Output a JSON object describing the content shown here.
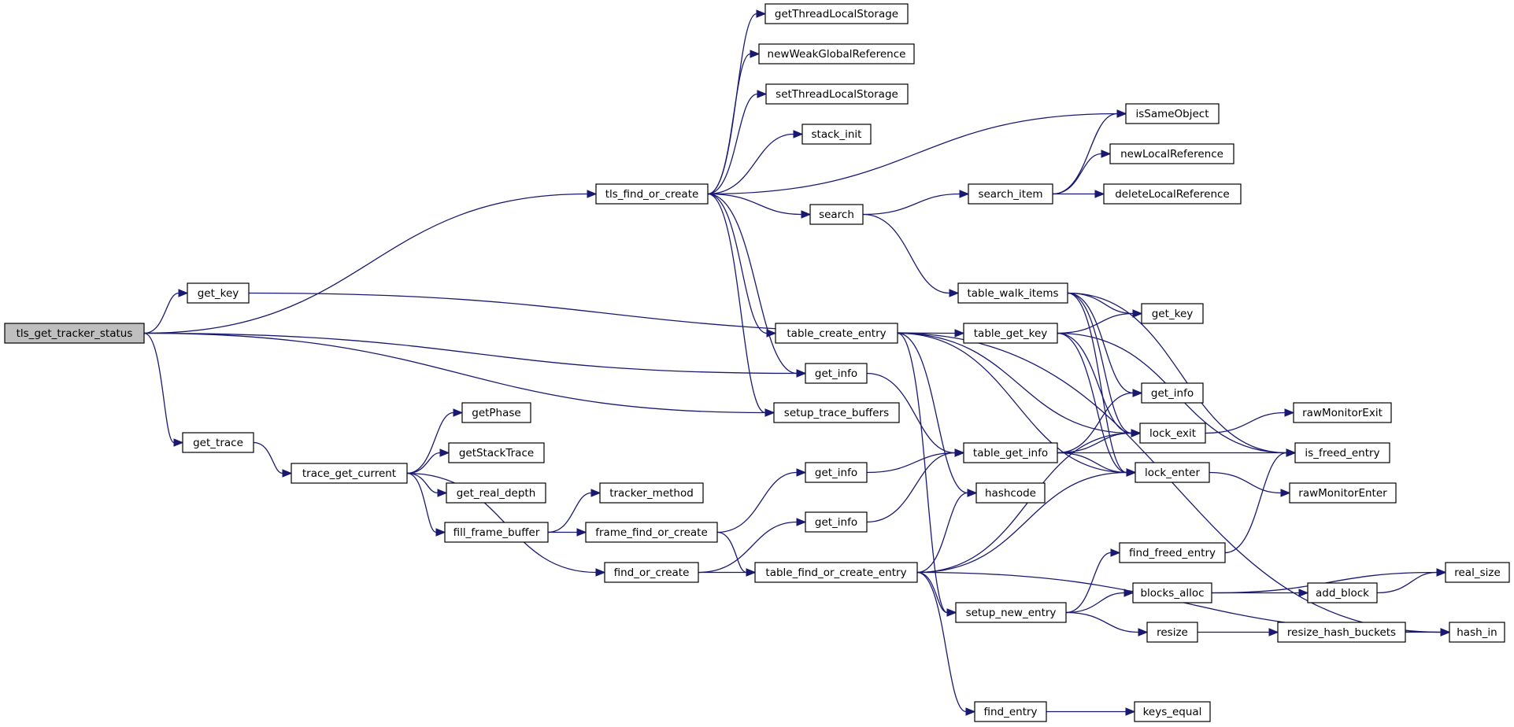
{
  "diagram": {
    "type": "call-graph",
    "root": "tls_get_tracker_status",
    "colors": {
      "edge": "#191970",
      "root_fill": "#bfbfbf",
      "node_fill": "#ffffff",
      "border": "#000000"
    },
    "nodes": [
      {
        "id": "tls_get_tracker_status",
        "label": "tls_get_tracker_status",
        "root": true
      },
      {
        "id": "get_key_1",
        "label": "get_key"
      },
      {
        "id": "get_trace",
        "label": "get_trace"
      },
      {
        "id": "tls_find_or_create",
        "label": "tls_find_or_create"
      },
      {
        "id": "getThreadLocalStorage",
        "label": "getThreadLocalStorage"
      },
      {
        "id": "newWeakGlobalReference",
        "label": "newWeakGlobalReference"
      },
      {
        "id": "setThreadLocalStorage",
        "label": "setThreadLocalStorage"
      },
      {
        "id": "stack_init",
        "label": "stack_init"
      },
      {
        "id": "search",
        "label": "search"
      },
      {
        "id": "search_item",
        "label": "search_item"
      },
      {
        "id": "isSameObject",
        "label": "isSameObject"
      },
      {
        "id": "newLocalReference",
        "label": "newLocalReference"
      },
      {
        "id": "deleteLocalReference",
        "label": "deleteLocalReference"
      },
      {
        "id": "table_walk_items",
        "label": "table_walk_items"
      },
      {
        "id": "table_create_entry",
        "label": "table_create_entry"
      },
      {
        "id": "table_get_key",
        "label": "table_get_key"
      },
      {
        "id": "get_key_2",
        "label": "get_key"
      },
      {
        "id": "get_info_1",
        "label": "get_info"
      },
      {
        "id": "setup_trace_buffers",
        "label": "setup_trace_buffers"
      },
      {
        "id": "get_info_2",
        "label": "get_info"
      },
      {
        "id": "lock_exit",
        "label": "lock_exit"
      },
      {
        "id": "rawMonitorExit",
        "label": "rawMonitorExit"
      },
      {
        "id": "table_get_info",
        "label": "table_get_info"
      },
      {
        "id": "is_freed_entry",
        "label": "is_freed_entry"
      },
      {
        "id": "lock_enter",
        "label": "lock_enter"
      },
      {
        "id": "rawMonitorEnter",
        "label": "rawMonitorEnter"
      },
      {
        "id": "hashcode",
        "label": "hashcode"
      },
      {
        "id": "trace_get_current",
        "label": "trace_get_current"
      },
      {
        "id": "getPhase",
        "label": "getPhase"
      },
      {
        "id": "getStackTrace",
        "label": "getStackTrace"
      },
      {
        "id": "get_real_depth",
        "label": "get_real_depth"
      },
      {
        "id": "fill_frame_buffer",
        "label": "fill_frame_buffer"
      },
      {
        "id": "tracker_method",
        "label": "tracker_method"
      },
      {
        "id": "frame_find_or_create",
        "label": "frame_find_or_create"
      },
      {
        "id": "get_info_3",
        "label": "get_info"
      },
      {
        "id": "get_info_4",
        "label": "get_info"
      },
      {
        "id": "find_or_create",
        "label": "find_or_create"
      },
      {
        "id": "table_find_or_create_entry",
        "label": "table_find_or_create_entry"
      },
      {
        "id": "find_freed_entry",
        "label": "find_freed_entry"
      },
      {
        "id": "blocks_alloc",
        "label": "blocks_alloc"
      },
      {
        "id": "setup_new_entry",
        "label": "setup_new_entry"
      },
      {
        "id": "resize",
        "label": "resize"
      },
      {
        "id": "find_entry",
        "label": "find_entry"
      },
      {
        "id": "keys_equal",
        "label": "keys_equal"
      },
      {
        "id": "real_size",
        "label": "real_size"
      },
      {
        "id": "add_block",
        "label": "add_block"
      },
      {
        "id": "resize_hash_buckets",
        "label": "resize_hash_buckets"
      },
      {
        "id": "hash_in",
        "label": "hash_in"
      }
    ],
    "edges": [
      [
        "tls_get_tracker_status",
        "tls_find_or_create"
      ],
      [
        "tls_get_tracker_status",
        "get_key_1"
      ],
      [
        "tls_get_tracker_status",
        "get_info_1"
      ],
      [
        "tls_get_tracker_status",
        "setup_trace_buffers"
      ],
      [
        "tls_get_tracker_status",
        "get_trace"
      ],
      [
        "get_key_1",
        "table_get_key"
      ],
      [
        "tls_find_or_create",
        "getThreadLocalStorage"
      ],
      [
        "tls_find_or_create",
        "newWeakGlobalReference"
      ],
      [
        "tls_find_or_create",
        "setThreadLocalStorage"
      ],
      [
        "tls_find_or_create",
        "stack_init"
      ],
      [
        "tls_find_or_create",
        "isSameObject"
      ],
      [
        "tls_find_or_create",
        "search"
      ],
      [
        "tls_find_or_create",
        "table_create_entry"
      ],
      [
        "tls_find_or_create",
        "get_info_1"
      ],
      [
        "tls_find_or_create",
        "setup_trace_buffers"
      ],
      [
        "search",
        "search_item"
      ],
      [
        "search",
        "table_walk_items"
      ],
      [
        "search_item",
        "isSameObject"
      ],
      [
        "search_item",
        "newLocalReference"
      ],
      [
        "search_item",
        "deleteLocalReference"
      ],
      [
        "table_walk_items",
        "get_key_2"
      ],
      [
        "table_walk_items",
        "get_info_2"
      ],
      [
        "table_walk_items",
        "lock_exit"
      ],
      [
        "table_walk_items",
        "lock_enter"
      ],
      [
        "table_walk_items",
        "is_freed_entry"
      ],
      [
        "table_create_entry",
        "hash_in"
      ],
      [
        "table_create_entry",
        "lock_exit"
      ],
      [
        "table_create_entry",
        "lock_enter"
      ],
      [
        "table_create_entry",
        "hashcode"
      ],
      [
        "table_create_entry",
        "setup_new_entry"
      ],
      [
        "table_get_key",
        "get_key_2"
      ],
      [
        "table_get_key",
        "lock_exit"
      ],
      [
        "table_get_key",
        "lock_enter"
      ],
      [
        "table_get_key",
        "is_freed_entry"
      ],
      [
        "get_info_1",
        "table_get_info"
      ],
      [
        "table_get_info",
        "get_info_2"
      ],
      [
        "table_get_info",
        "lock_exit"
      ],
      [
        "table_get_info",
        "lock_enter"
      ],
      [
        "table_get_info",
        "is_freed_entry"
      ],
      [
        "lock_exit",
        "rawMonitorExit"
      ],
      [
        "lock_enter",
        "rawMonitorEnter"
      ],
      [
        "get_trace",
        "trace_get_current"
      ],
      [
        "trace_get_current",
        "getPhase"
      ],
      [
        "trace_get_current",
        "getStackTrace"
      ],
      [
        "trace_get_current",
        "get_real_depth"
      ],
      [
        "trace_get_current",
        "fill_frame_buffer"
      ],
      [
        "trace_get_current",
        "find_or_create"
      ],
      [
        "fill_frame_buffer",
        "tracker_method"
      ],
      [
        "fill_frame_buffer",
        "frame_find_or_create"
      ],
      [
        "frame_find_or_create",
        "get_info_3"
      ],
      [
        "frame_find_or_create",
        "table_find_or_create_entry"
      ],
      [
        "find_or_create",
        "get_info_4"
      ],
      [
        "find_or_create",
        "table_find_or_create_entry"
      ],
      [
        "get_info_3",
        "table_get_info"
      ],
      [
        "get_info_4",
        "table_get_info"
      ],
      [
        "table_find_or_create_entry",
        "hashcode"
      ],
      [
        "table_find_or_create_entry",
        "lock_exit"
      ],
      [
        "table_find_or_create_entry",
        "lock_enter"
      ],
      [
        "table_find_or_create_entry",
        "setup_new_entry"
      ],
      [
        "table_find_or_create_entry",
        "find_entry"
      ],
      [
        "table_find_or_create_entry",
        "hash_in"
      ],
      [
        "setup_new_entry",
        "find_freed_entry"
      ],
      [
        "setup_new_entry",
        "blocks_alloc"
      ],
      [
        "setup_new_entry",
        "resize"
      ],
      [
        "find_freed_entry",
        "is_freed_entry"
      ],
      [
        "blocks_alloc",
        "real_size"
      ],
      [
        "blocks_alloc",
        "add_block"
      ],
      [
        "add_block",
        "real_size"
      ],
      [
        "resize",
        "resize_hash_buckets"
      ],
      [
        "resize_hash_buckets",
        "hash_in"
      ],
      [
        "find_entry",
        "keys_equal"
      ]
    ]
  }
}
